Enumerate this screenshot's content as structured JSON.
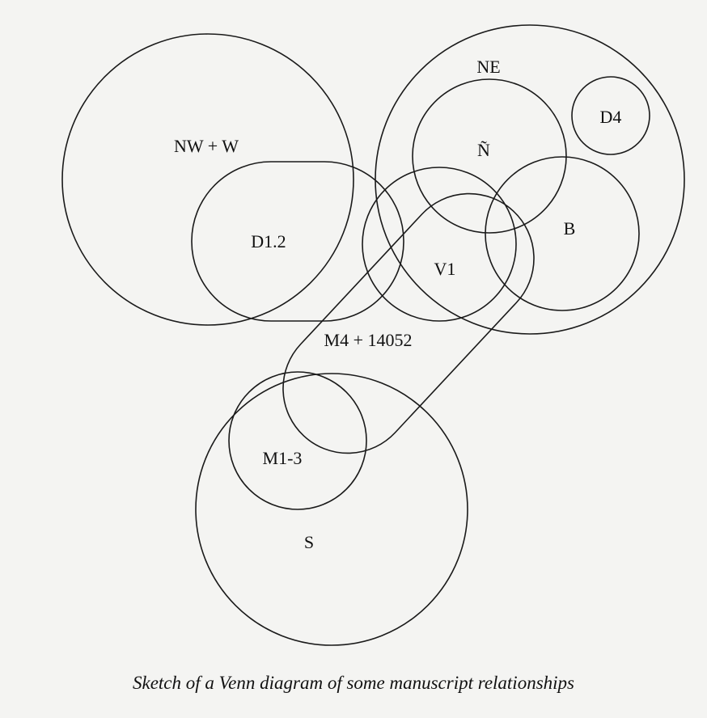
{
  "diagram": {
    "type": "venn",
    "sets": [
      {
        "id": "nw_w",
        "label": "NW + W"
      },
      {
        "id": "ne",
        "label": "NE"
      },
      {
        "id": "d4",
        "label": "D4"
      },
      {
        "id": "n_tilde",
        "label": "Ñ"
      },
      {
        "id": "b",
        "label": "B"
      },
      {
        "id": "d12",
        "label": "D1.2"
      },
      {
        "id": "v1",
        "label": "V1"
      },
      {
        "id": "m4",
        "label": "M4 + 14052"
      },
      {
        "id": "m13",
        "label": "M1-3"
      },
      {
        "id": "s",
        "label": "S"
      }
    ],
    "caption": "Sketch of a Venn diagram of some manuscript relationships"
  }
}
